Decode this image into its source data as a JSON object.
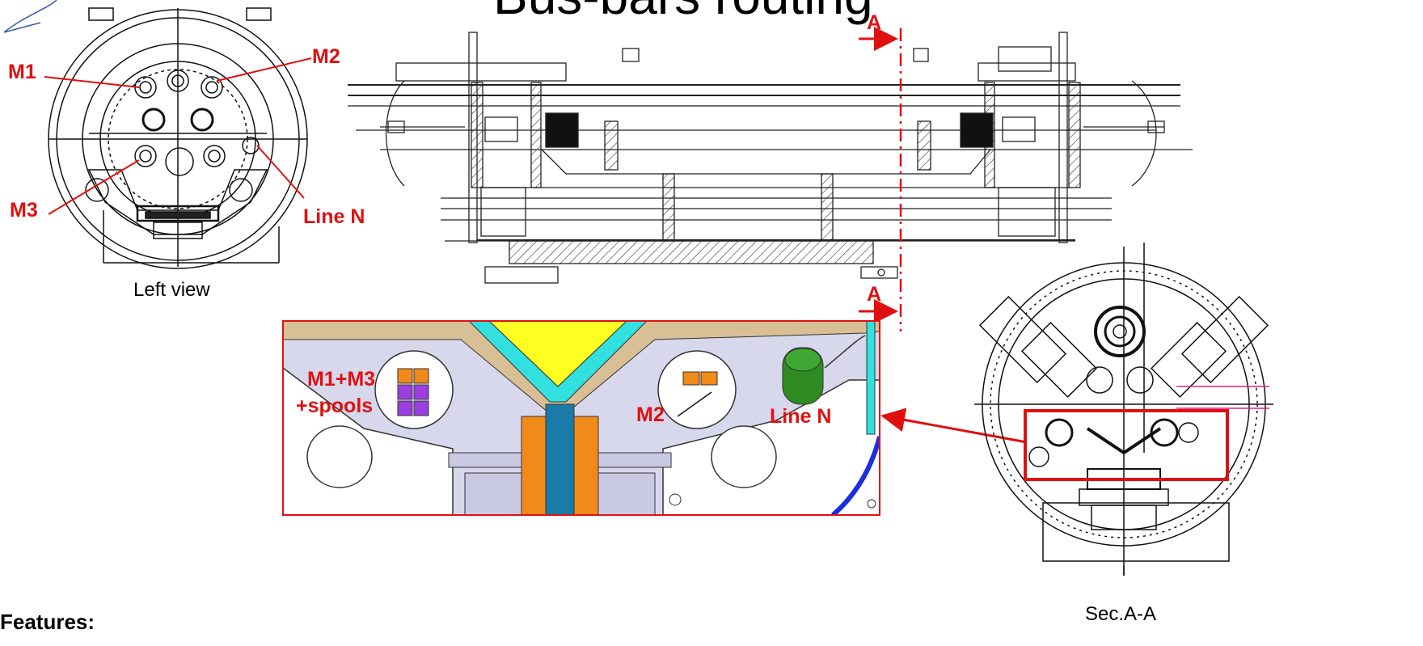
{
  "title": "Bus-bars routing",
  "left_view": {
    "caption": "Left view",
    "labels": {
      "m1": "M1",
      "m2": "M2",
      "m3": "M3",
      "line_n": "Line N"
    }
  },
  "side_view": {
    "section_marker_top": "A",
    "section_marker_bottom": "A"
  },
  "detail": {
    "label_m1m3_line1": "M1+M3",
    "label_m1m3_line2": "+spools",
    "label_m2": "M2",
    "label_line_n": "Line N"
  },
  "section_view": {
    "caption": "Sec.A-A"
  },
  "features_heading": "Features:",
  "colors": {
    "annotation": "#e01010",
    "cyan": "#33e0e0",
    "yellow": "#ffff22",
    "tan": "#d9bf95",
    "orange": "#f08a1a",
    "blue": "#1a7aa8",
    "green": "#2e8b22",
    "purple": "#9a3fe0",
    "lavender": "#d8d8ec"
  }
}
